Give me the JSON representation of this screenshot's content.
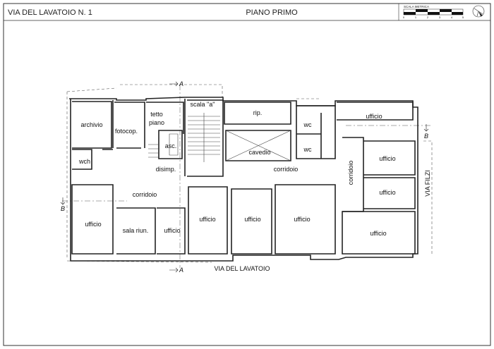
{
  "header": {
    "address": "VIA DEL LAVATOIO N. 1",
    "floor": "PIANO PRIMO",
    "scale_title": "SCALA METRICA",
    "scale_ticks": [
      "0",
      "1",
      "2",
      "3",
      "4",
      "5"
    ]
  },
  "streets": {
    "bottom": "VIA DEL LAVATOIO",
    "right": "VIA FILZI"
  },
  "section_markers": {
    "a_top": "A",
    "a_bottom": "A",
    "b_left": "B",
    "b_right": "B"
  },
  "rooms": {
    "archivio": "archivio",
    "fotocop": "fotocop.",
    "tetto_piano_1": "tetto",
    "tetto_piano_2": "piano",
    "scala": "scala \"a\"",
    "rip": "rip.",
    "ufficio_ne": "ufficio",
    "wc_1": "wc",
    "wc_2": "wc",
    "asc": "asc.",
    "cavedio": "cavedio",
    "wch": "wch",
    "disimp": "disimp.",
    "corridoio_center": "corridoio",
    "corridoio_vertical": "corridoio",
    "ufficio_e1": "ufficio",
    "ufficio_e2": "ufficio",
    "corridoio_west": "corridoio",
    "ufficio_sw": "ufficio",
    "sala_riun": "sala riun.",
    "ufficio_s1": "ufficio",
    "ufficio_s2": "ufficio",
    "ufficio_s3": "ufficio",
    "ufficio_s4": "ufficio",
    "ufficio_se": "ufficio"
  }
}
